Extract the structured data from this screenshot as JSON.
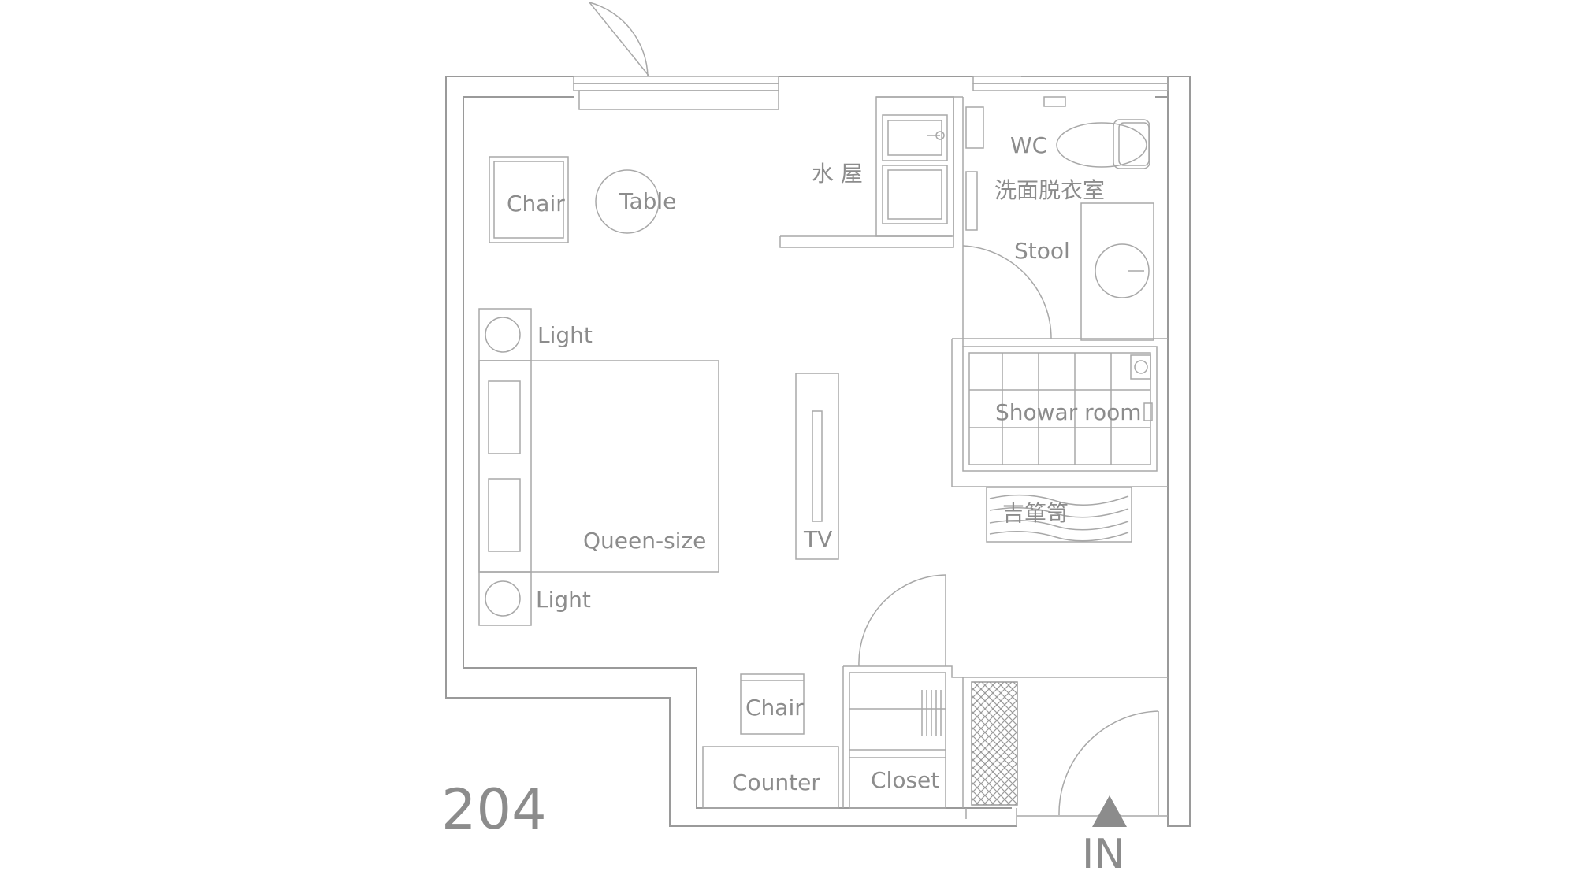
{
  "room_number": "204",
  "entrance_label": "IN",
  "colors": {
    "line": "#9a9a9a",
    "text": "#8c8c8c",
    "arrow": "#8c8c8c"
  },
  "labels": {
    "chair_top": "Chair",
    "table": "Table",
    "water_room": "水 屋",
    "wc": "WC",
    "dressing_room": "洗面脱衣室",
    "stool": "Stool",
    "light_top": "Light",
    "light_bottom": "Light",
    "bed": "Queen-size",
    "tv": "TV",
    "shower_room": "Showar room",
    "shoe_box": "吉箪笥",
    "chair_bottom": "Chair",
    "counter": "Counter",
    "closet": "Closet"
  }
}
